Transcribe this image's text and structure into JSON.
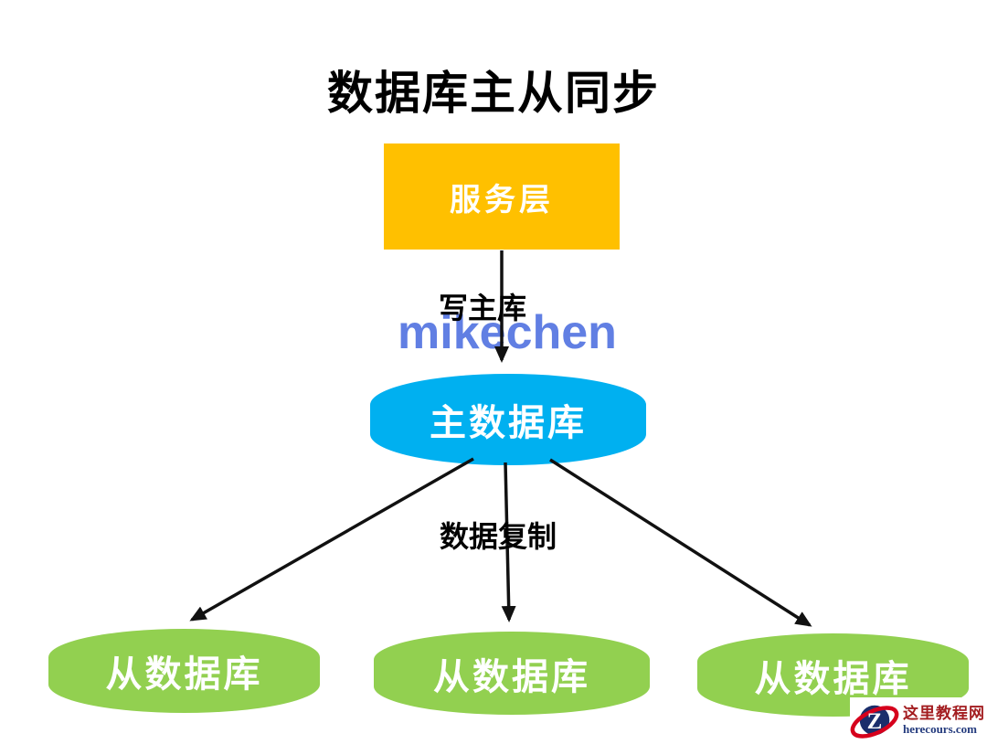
{
  "title": "数据库主从同步",
  "colors": {
    "service": "#FFC000",
    "master": "#00B0F0",
    "slave": "#92D050",
    "arrow": "#111111",
    "watermark": "#617FE3",
    "logo_orbit_red": "#D6001C",
    "logo_circle_navy": "#1B2E6B",
    "logo_site_red": "#A31D20",
    "logo_domain_navy": "#233A7D"
  },
  "nodes": {
    "service": {
      "label": "服务层"
    },
    "master": {
      "label": "主数据库"
    },
    "slaves": [
      {
        "label": "从数据库"
      },
      {
        "label": "从数据库"
      },
      {
        "label": "从数据库"
      }
    ]
  },
  "edges": {
    "write": {
      "label": "写主库"
    },
    "replicate": {
      "label": "数据复制"
    }
  },
  "watermark": {
    "text": "mikechen"
  },
  "logo": {
    "monogram": "Z",
    "site_name": "这里教程网",
    "domain": "herecours.com"
  }
}
